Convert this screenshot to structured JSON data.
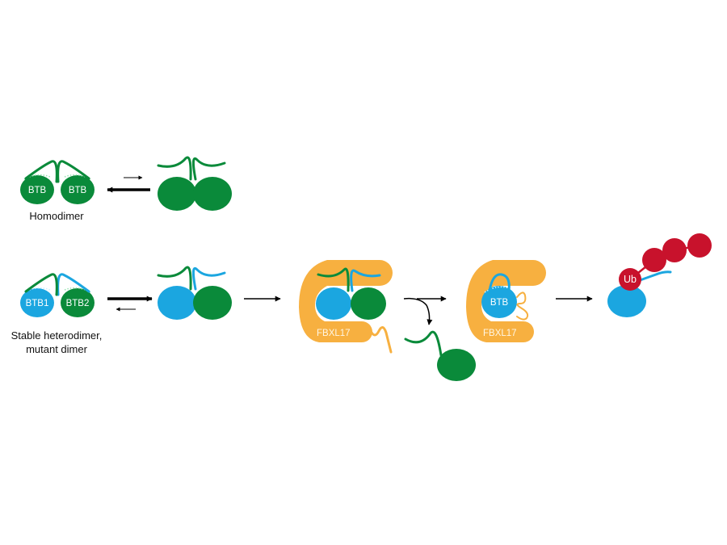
{
  "labels": {
    "btb": "BTB",
    "btb1": "BTB1",
    "btb2": "BTB2",
    "homodimer": "Homodimer",
    "heterodimer_line1": "Stable heterodimer,",
    "heterodimer_line2": "mutant dimer",
    "fbxl17": "FBXL17",
    "ub": "Ub"
  },
  "colors": {
    "green": "#0a8a3a",
    "blue": "#1ba6e0",
    "orange": "#f7b040",
    "red": "#c8122c",
    "arrow": "#000000"
  }
}
